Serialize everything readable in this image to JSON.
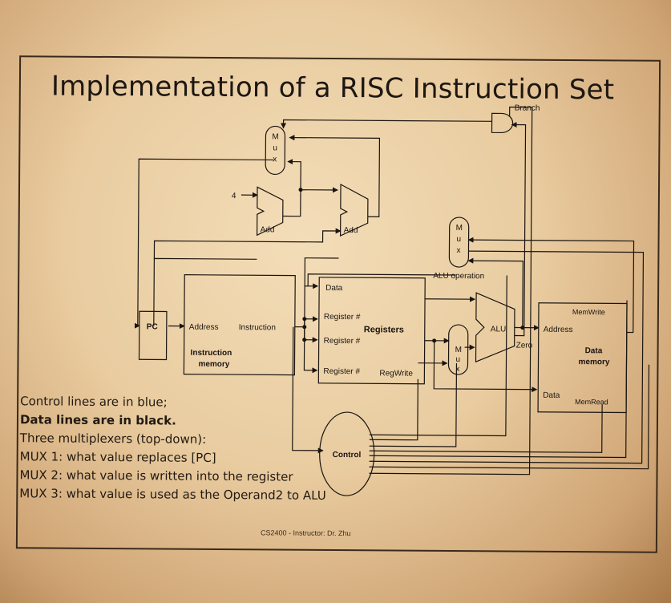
{
  "slide": {
    "title": "Implementation of a RISC Instruction Set",
    "footer": "CS2400 - Instructor: Dr. Zhu",
    "notes": [
      "Control lines are in blue;",
      "Data lines are in black.",
      "Three multiplexers (top-down):",
      "MUX 1: what value replaces [PC]",
      "MUX 2: what value is written into the register",
      "MUX 3: what value is used as the Operand2 to ALU"
    ]
  },
  "diagram": {
    "branch": "Branch",
    "mux_letters": [
      "M",
      "u",
      "x"
    ],
    "add_label": "Add",
    "constant_four": "4",
    "pc": "PC",
    "imem": {
      "address": "Address",
      "instruction": "Instruction",
      "title_line1": "Instruction",
      "title_line2": "memory"
    },
    "registers": {
      "data": "Data",
      "reg1": "Register #",
      "reg2": "Register #",
      "reg3": "Register #",
      "title": "Registers",
      "regwrite": "RegWrite"
    },
    "alu_operation": "ALU operation",
    "alu": "ALU",
    "zero": "Zero",
    "dmem": {
      "memwrite": "MemWrite",
      "address": "Address",
      "title_line1": "Data",
      "title_line2": "memory",
      "data": "Data",
      "memread": "MemRead"
    },
    "control": "Control"
  }
}
